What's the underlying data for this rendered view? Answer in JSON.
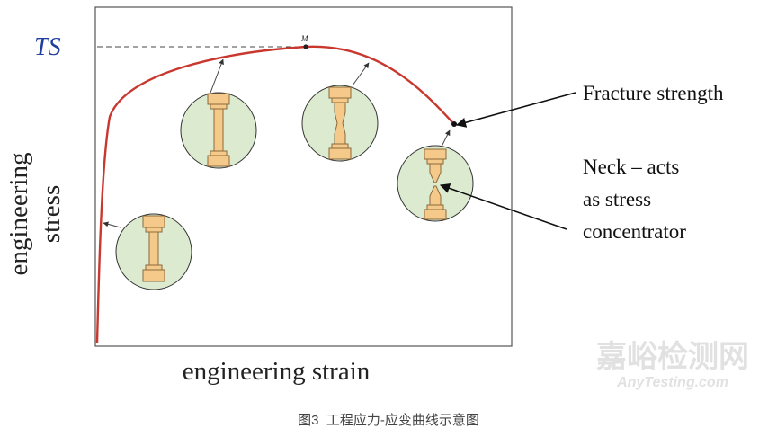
{
  "diagram": {
    "ts_label": "TS",
    "m_label": "M",
    "y_axis_line1": "engineering",
    "y_axis_line2": "stress",
    "x_axis_label": "engineering strain",
    "fracture_label": "Fracture strength",
    "neck_line1": "Neck – acts",
    "neck_line2": "as stress",
    "neck_line3": "concentrator",
    "curve_color": "#c8382f",
    "circle_fill": "#dcebd0",
    "specimen_fill": "#f5c98a",
    "specimen_stroke": "#8a6a3a",
    "ts_color": "#1f3f9e"
  },
  "watermark": {
    "chinese": "嘉峪检测网",
    "latin": "AnyTesting.com"
  },
  "caption": {
    "text": "图3  工程应力-应变曲线示意图"
  }
}
